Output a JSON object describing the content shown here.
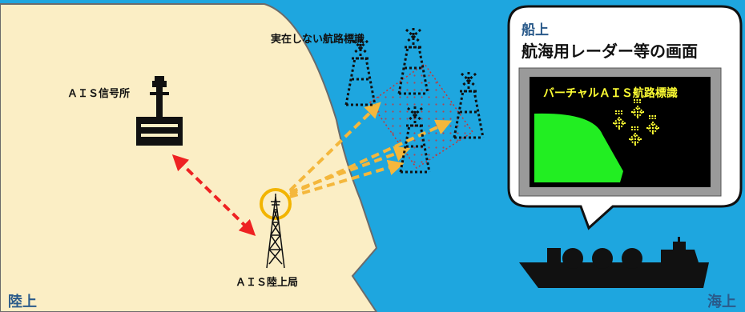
{
  "labels": {
    "land": "陸上",
    "sea": "海上",
    "ais_signal_station": "ＡＩＳ信号所",
    "ais_land_station": "ＡＩＳ陸上局",
    "virtual_marks": "実在しない航路標識",
    "ship_heading": "船上",
    "ship_screen_caption": "航海用レーダー等の画面",
    "screen_title": "バーチャルＡＩＳ航路標識"
  },
  "colors": {
    "sea": "#1ea6df",
    "land": "#fbeec5",
    "land_border": "#6b6b6b",
    "signal_link_arrow": "#ee2222",
    "broadcast_arrow": "#f4b73c",
    "station_ring": "#f2b400",
    "virtual_area": "#cc3333",
    "radar_screen": "#000000",
    "radar_land": "#22ee22",
    "screen_title": "#ffff33",
    "callout_text": "#2a5a8a"
  },
  "icons": {
    "signal_station": "ais-signal-station-icon",
    "antenna_tower": "antenna-tower-icon",
    "virtual_mark": "virtual-lattice-beacon-icon",
    "virtual_symbol": "virtual-aton-symbol-icon",
    "ship": "lng-carrier-ship-icon"
  }
}
